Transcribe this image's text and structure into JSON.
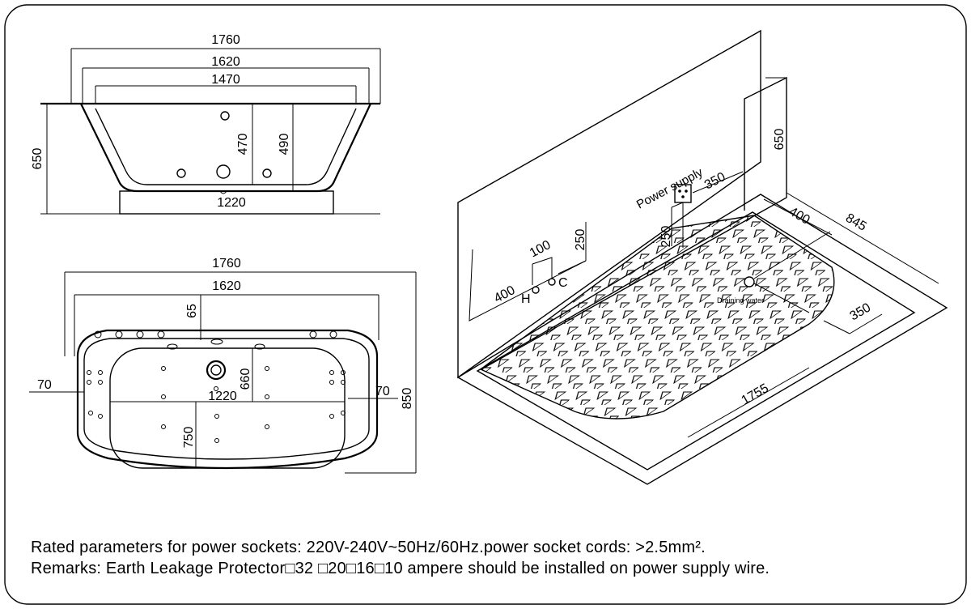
{
  "front_view": {
    "width_overall": "1760",
    "width_inner": "1620",
    "width_top": "1470",
    "height": "650",
    "depth_470": "470",
    "depth_490": "490",
    "base_width": "1220"
  },
  "top_view": {
    "width_overall": "1760",
    "width_inner": "1620",
    "offset": "65",
    "side_left": "70",
    "side_right": "70",
    "depth": "850",
    "inner_len": "1220",
    "inner_660": "660",
    "inner_750": "750"
  },
  "install_view": {
    "wall_height": "650",
    "power_supply_label": "Power supply",
    "power_offset": "350",
    "power_height": "250",
    "hot_label": "H",
    "cold_label": "C",
    "pipe_spacing": "100",
    "pipe_height": "250",
    "pipe_offset": "400",
    "floor_400": "400",
    "floor_845": "845",
    "floor_350": "350",
    "length": "1755",
    "drain_label": "Draining water"
  },
  "notes": {
    "line1": "Rated parameters for power sockets: 220V-240V~50Hz/60Hz.power socket cords: >2.5mm².",
    "line2": "Remarks: Earth Leakage Protector□32 □20□16□10  ampere should be installed on power supply wire."
  }
}
